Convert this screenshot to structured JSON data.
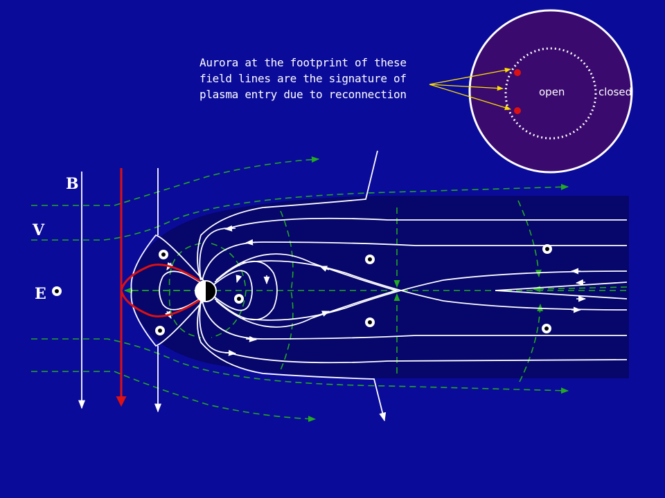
{
  "caption": {
    "lines": [
      "Aurora at the footprint of these",
      "field lines are the signature of",
      "plasma entry due to reconnection"
    ]
  },
  "polar_cap": {
    "open_label": "open",
    "closed_label": "closed"
  },
  "vectors": {
    "b_label": "B",
    "v_label": "V",
    "e_label": "E"
  },
  "colors": {
    "background": "#0b0b9a",
    "magnetosphere": "#06066b",
    "field_line": "#ffffff",
    "flow_line": "#22aa22",
    "reconnected_line": "#dd1111",
    "polar_disk": "#3a0a6e",
    "pointer": "#ffe000",
    "aurora_dot": "#dd1111"
  }
}
